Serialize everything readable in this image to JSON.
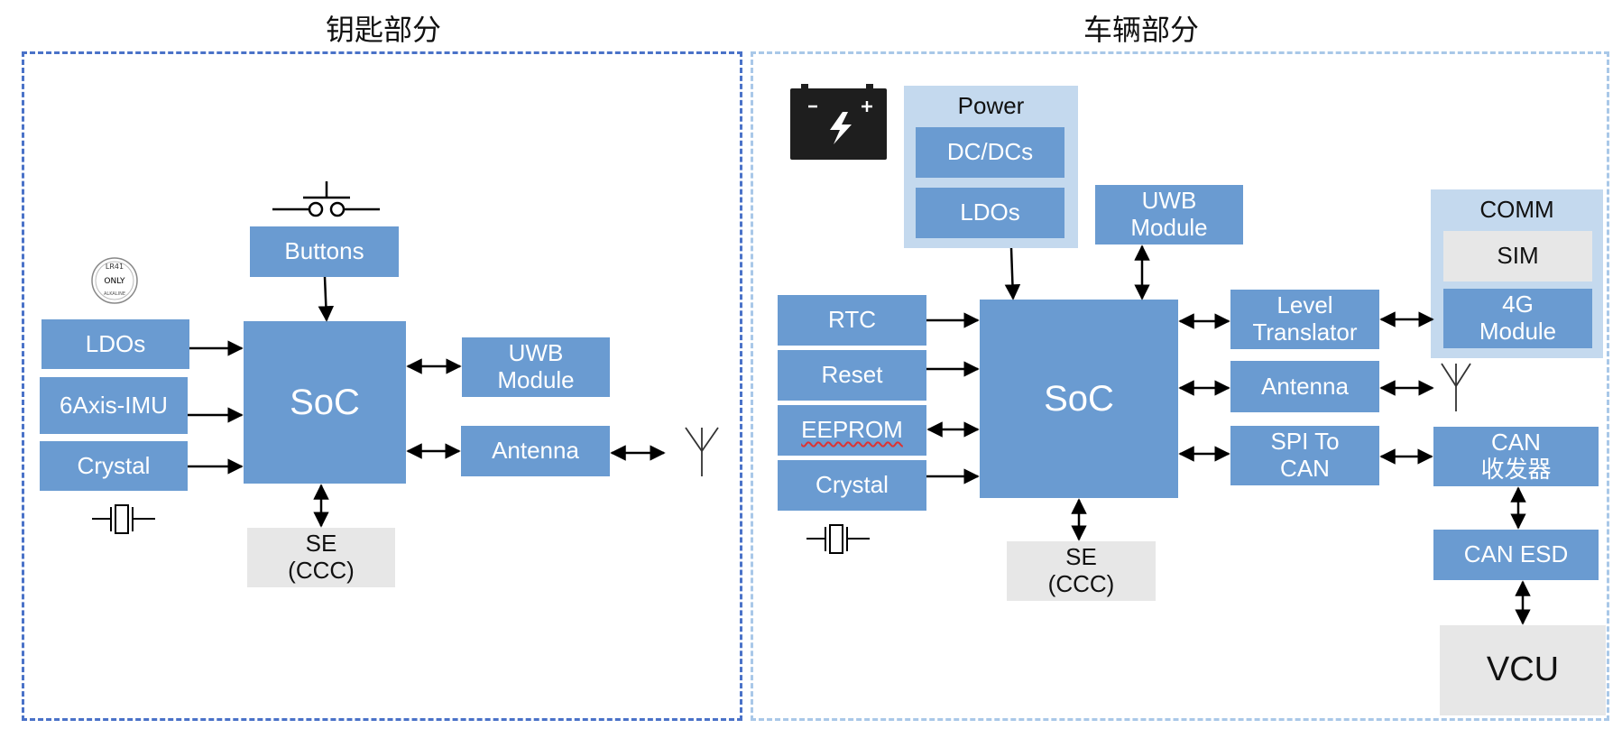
{
  "key_section": {
    "title": "钥匙部分",
    "buttons": "Buttons",
    "ldos": "LDOs",
    "imu": "6Axis-IMU",
    "crystal": "Crystal",
    "soc": "SoC",
    "uwb": "UWB\nModule",
    "antenna": "Antenna",
    "se": "SE\n(CCC)",
    "battery_coin": {
      "line1": "LR41",
      "line2": "ONLY",
      "line3": "ALKALINE"
    }
  },
  "vehicle_section": {
    "title": "车辆部分",
    "power": {
      "title": "Power",
      "dcdc": "DC/DCs",
      "ldos": "LDOs"
    },
    "uwb": "UWB\nModule",
    "rtc": "RTC",
    "reset": "Reset",
    "eeprom": "EEPROM",
    "crystal": "Crystal",
    "soc": "SoC",
    "se": "SE\n(CCC)",
    "level_translator": "Level\nTranslator",
    "antenna": "Antenna",
    "spi_to_can": "SPI To\nCAN",
    "comm": {
      "title": "COMM",
      "sim": "SIM",
      "module_4g": "4G\nModule"
    },
    "can_transceiver": "CAN\n收发器",
    "can_esd": "CAN ESD",
    "vcu": "VCU"
  },
  "colors": {
    "box_blue": "#6a9bd1",
    "box_gray": "#e7e7e7",
    "group_light_blue": "#c4d9ee",
    "left_border": "#4a72c8",
    "right_border": "#a9c8e8",
    "battery": "#1e1e1e"
  }
}
